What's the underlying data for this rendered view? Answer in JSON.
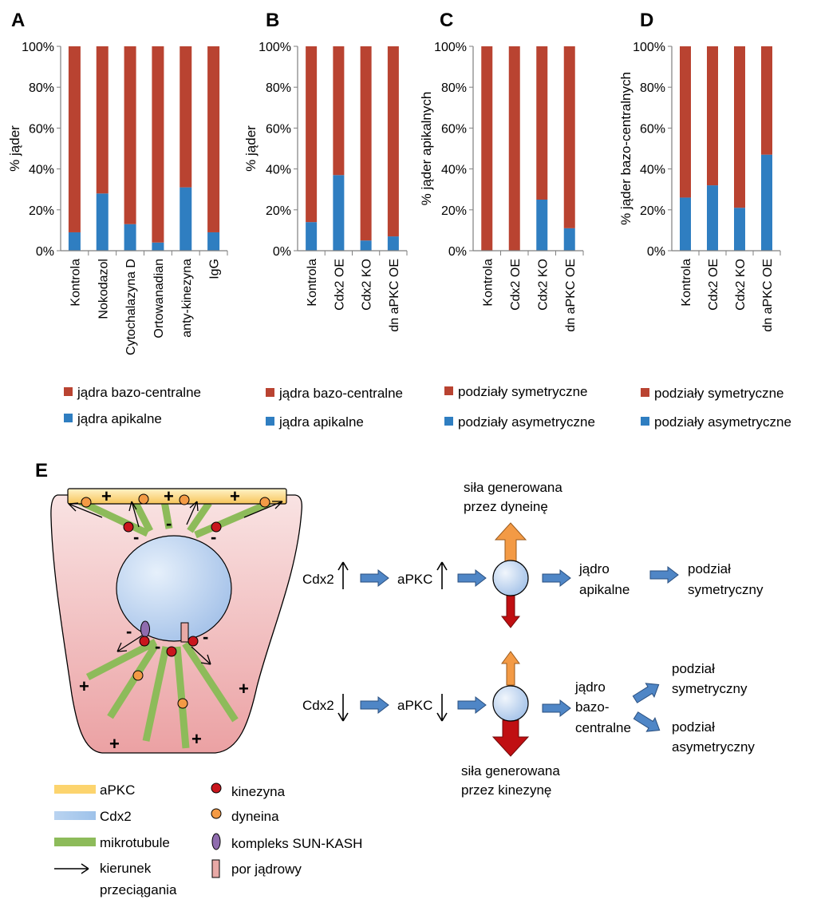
{
  "colors": {
    "red": "#b94331",
    "blue": "#2f7ec1",
    "axis": "#7f7f7f",
    "apkc": "#fcd46e",
    "cdx2": "#a8c8ee",
    "microtubule": "#8dbb5a",
    "kinesin": "#c9161d",
    "dynein": "#f39a45",
    "sunkash": "#8f6cae",
    "pore": "#e8a9a6",
    "cell_top": "#f8dddd",
    "cell_bottom": "#eba3a5",
    "arrow_fill": "#4f86c6",
    "force_up": "#f39a45",
    "force_down": "#c00f12"
  },
  "chart_data": [
    {
      "type": "bar",
      "stacked": true,
      "panel": "A",
      "categories": [
        "Kontrola",
        "Nokodazol",
        "Cytochalazyna D",
        "Ortowanadian",
        "anty-kinezyna",
        "IgG"
      ],
      "series": [
        {
          "name": "jądra apikalne",
          "color_key": "blue",
          "values": [
            9,
            28,
            13,
            4,
            31,
            9
          ]
        },
        {
          "name": "jądra bazo-centralne",
          "color_key": "red",
          "values": [
            91,
            72,
            87,
            96,
            69,
            91
          ]
        }
      ],
      "ylabel": "% jąder",
      "yticks": [
        "0%",
        "20%",
        "40%",
        "60%",
        "80%",
        "100%"
      ],
      "ylim": [
        0,
        100
      ],
      "legend": [
        "jądra bazo-centralne",
        "jądra apikalne"
      ],
      "grid": false
    },
    {
      "type": "bar",
      "stacked": true,
      "panel": "B",
      "categories": [
        "Kontrola",
        "Cdx2 OE",
        "Cdx2 KO",
        "dn aPKC OE"
      ],
      "series": [
        {
          "name": "jądra apikalne",
          "color_key": "blue",
          "values": [
            14,
            37,
            5,
            7
          ]
        },
        {
          "name": "jądra bazo-centralne",
          "color_key": "red",
          "values": [
            86,
            63,
            95,
            93
          ]
        }
      ],
      "ylabel": "% jąder",
      "yticks": [
        "0%",
        "20%",
        "40%",
        "60%",
        "80%",
        "100%"
      ],
      "ylim": [
        0,
        100
      ],
      "legend": [
        "jądra bazo-centralne",
        "jądra apikalne"
      ],
      "grid": false
    },
    {
      "type": "bar",
      "stacked": true,
      "panel": "C",
      "categories": [
        "Kontrola",
        "Cdx2 OE",
        "Cdx2 KO",
        "dn aPKC OE"
      ],
      "series": [
        {
          "name": "podziały asymetryczne",
          "color_key": "blue",
          "values": [
            0,
            0,
            25,
            11
          ]
        },
        {
          "name": "podziały symetryczne",
          "color_key": "red",
          "values": [
            100,
            100,
            75,
            89
          ]
        }
      ],
      "ylabel": "% jąder apikalnych",
      "yticks": [
        "0%",
        "20%",
        "40%",
        "60%",
        "80%",
        "100%"
      ],
      "ylim": [
        0,
        100
      ],
      "legend": [
        "podziały symetryczne",
        "podziały asymetryczne"
      ],
      "grid": false
    },
    {
      "type": "bar",
      "stacked": true,
      "panel": "D",
      "categories": [
        "Kontrola",
        "Cdx2 OE",
        "Cdx2 KO",
        "dn aPKC OE"
      ],
      "series": [
        {
          "name": "podziały asymetryczne",
          "color_key": "blue",
          "values": [
            26,
            32,
            21,
            47
          ]
        },
        {
          "name": "podziały symetryczne",
          "color_key": "red",
          "values": [
            74,
            68,
            79,
            53
          ]
        }
      ],
      "ylabel": "% jąder bazo-centralnych",
      "yticks": [
        "0%",
        "20%",
        "40%",
        "60%",
        "80%",
        "100%"
      ],
      "ylim": [
        0,
        100
      ],
      "legend": [
        "podziały symetryczne",
        "podziały asymetryczne"
      ],
      "grid": false
    }
  ],
  "panel_e": {
    "letter": "E",
    "legend_left": [
      "aPKC",
      "Cdx2",
      "mikrotubule",
      "kierunek",
      "przeciągania"
    ],
    "legend_right": [
      "kinezyna",
      "dyneina",
      "kompleks SUN-KASH",
      "por jądrowy"
    ],
    "flow_top": {
      "cdx2": "Cdx2",
      "apkc": "aPKC",
      "force_label": [
        "siła generowana",
        "przez dyneinę"
      ],
      "nucleus": [
        "jądro",
        "apikalne"
      ],
      "division": [
        "podział",
        "symetryczny"
      ]
    },
    "flow_bottom": {
      "cdx2": "Cdx2",
      "apkc": "aPKC",
      "force_label": [
        "siła generowana",
        "przez kinezynę"
      ],
      "nucleus": [
        "jądro",
        "bazo-",
        "centralne"
      ],
      "division_sym": [
        "podział",
        "symetryczny"
      ],
      "division_asym": [
        "podział",
        "asymetryczny"
      ]
    },
    "plus": "+",
    "minus": "-"
  }
}
